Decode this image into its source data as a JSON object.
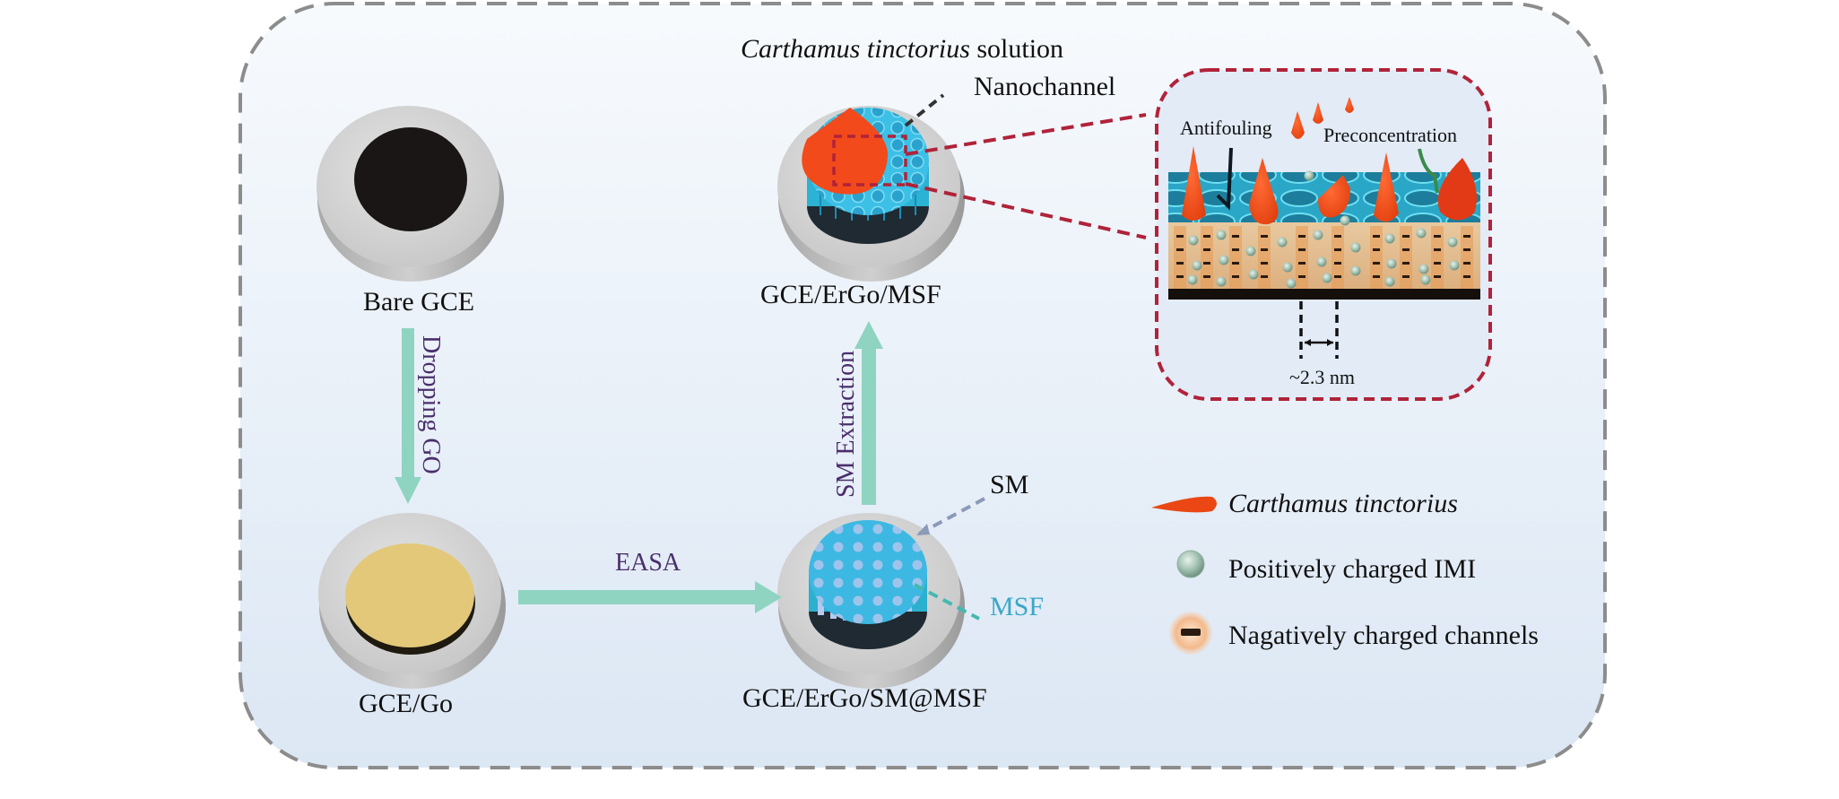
{
  "figure": {
    "title_species": "Carthamus tinctorius",
    "title_suffix": "solution",
    "colors": {
      "background_top": "#f6f9fd",
      "background_bottom": "#dfe9f5",
      "frame_dash": "#8c8c8c",
      "arrow": "#8fd4c1",
      "step_text": "#4a2f6b",
      "msf_text": "#3aa7c7",
      "zoom_frame": "#b0233a",
      "droplet": "#f2521f",
      "silica": "#35b7de",
      "gce_disk": "#1a1615",
      "go_disk": "#e3c87a",
      "electrode_ring": "#d4d4d4"
    }
  },
  "electrodes": {
    "bare": "Bare GCE",
    "go": "GCE/Go",
    "sm_msf": "GCE/ErGo/SM@MSF",
    "msf": "GCE/ErGo/MSF"
  },
  "steps": {
    "dropping": "Dropping GO",
    "easa": "EASA",
    "extraction": "SM Extraction"
  },
  "callouts": {
    "nanochannel": "Nanochannel",
    "sm": "SM",
    "msf": "MSF"
  },
  "inset": {
    "antifouling": "Antifouling",
    "preconcentration": "Preconcentration",
    "pore_size": "~2.3 nm"
  },
  "legend": [
    {
      "icon": "droplet-icon",
      "label": "Carthamus tinctorius",
      "italic": true
    },
    {
      "icon": "positive-ion-icon",
      "label": "Positively charged IMI",
      "italic": false
    },
    {
      "icon": "negative-charge-icon",
      "label": "Nagatively charged channels",
      "italic": false
    }
  ]
}
